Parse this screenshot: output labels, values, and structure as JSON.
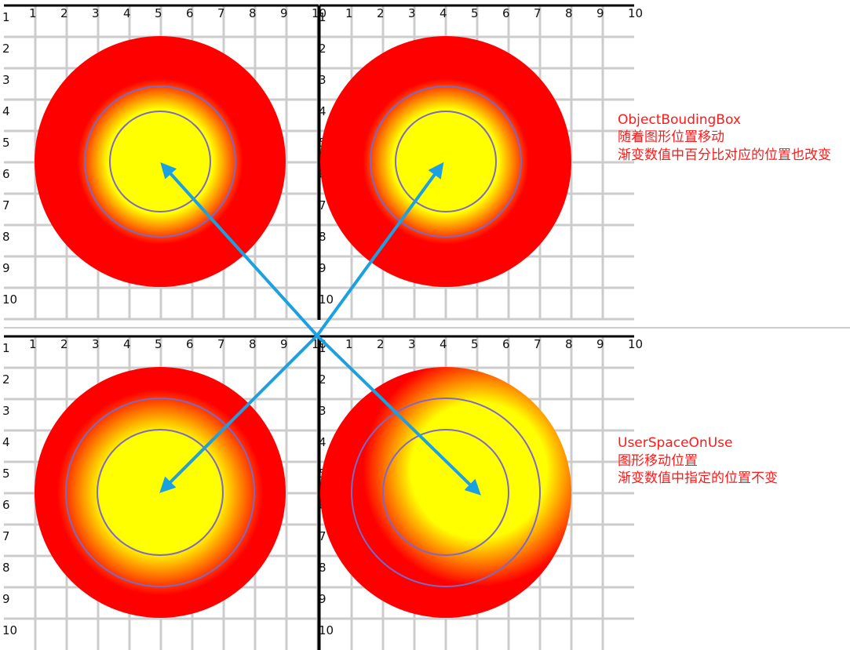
{
  "colors": {
    "grid": "#cccccc",
    "axis": "#000000",
    "fill_outer": "#ff0000",
    "fill_inner": "#ffff00",
    "ring": "#7b68c8",
    "arrow": "#1ba1e2",
    "divider": "#999999",
    "note_text": "#ff1a1a"
  },
  "grid": {
    "x_labels": [
      "1",
      "2",
      "3",
      "4",
      "5",
      "6",
      "7",
      "8",
      "9",
      "10"
    ],
    "y_labels": [
      "1",
      "2",
      "3",
      "4",
      "5",
      "6",
      "7",
      "8",
      "9",
      "10"
    ]
  },
  "notes": {
    "object_bbox": {
      "title": "ObjectBoudingBox",
      "line1": "随着图形位置移动",
      "line2": "渐变数值中百分比对应的位置也改变"
    },
    "user_space": {
      "title": "UserSpaceOnUse",
      "line1": "图形移动位置",
      "line2": "渐变数值中指定的位置不变"
    }
  }
}
